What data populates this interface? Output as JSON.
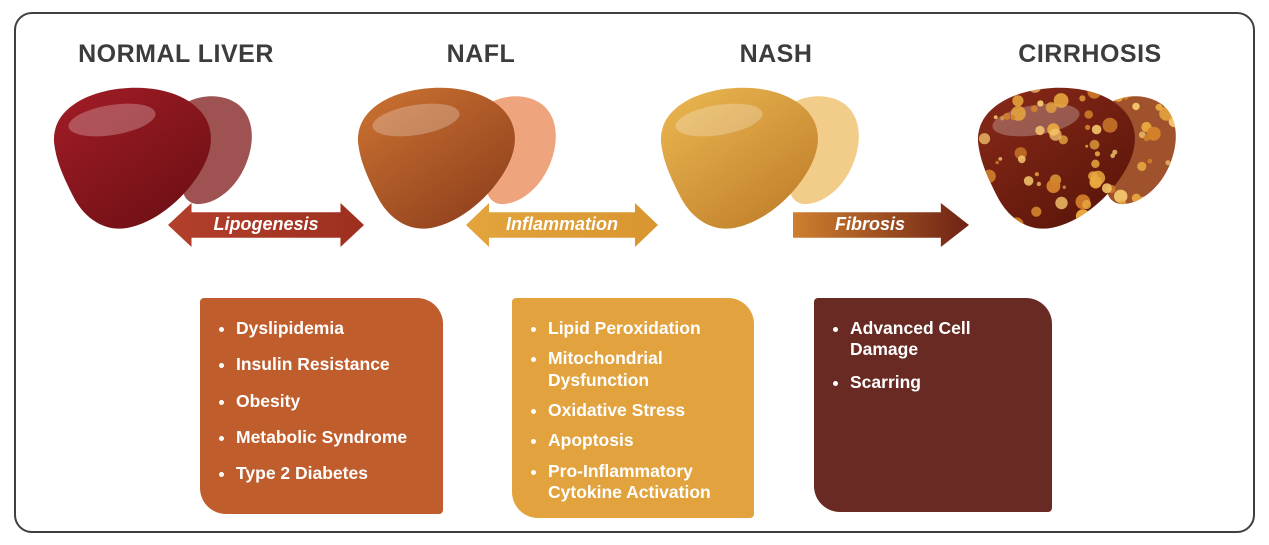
{
  "figure": {
    "stages": [
      {
        "title": "NORMAL LIVER",
        "liver": {
          "main_light": "#a31d26",
          "main_dark": "#6d0f15",
          "lobe": "#9e5252",
          "spots": false,
          "spot_colors": []
        }
      },
      {
        "title": "NAFL",
        "liver": {
          "main_light": "#cd7433",
          "main_dark": "#8f3f1c",
          "lobe": "#eea57d",
          "spots": false,
          "spot_colors": []
        }
      },
      {
        "title": "NASH",
        "liver": {
          "main_light": "#ecb952",
          "main_dark": "#c07e2a",
          "lobe": "#f2cd8a",
          "spots": false,
          "spot_colors": []
        }
      },
      {
        "title": "CIRRHOSIS",
        "liver": {
          "main_light": "#8a2a1a",
          "main_dark": "#591509",
          "lobe": "#a0522d",
          "spots": true,
          "spot_colors": [
            "#e9a83f",
            "#d4822a",
            "#f4c56d"
          ]
        }
      }
    ],
    "arrows": [
      {
        "label": "Lipogenesis",
        "double": true,
        "color_start": "#b2402b",
        "color_end": "#9e2f1f"
      },
      {
        "label": "Inflammation",
        "double": true,
        "color_start": "#e3a43d",
        "color_end": "#d99530"
      },
      {
        "label": "Fibrosis",
        "double": false,
        "color_start": "#cf7f2e",
        "color_end": "#6e2214"
      }
    ],
    "boxes": [
      {
        "color": "#c05d2c",
        "items": [
          "Dyslipidemia",
          "Insulin Resistance",
          "Obesity",
          "Metabolic Syndrome",
          "Type 2 Diabetes"
        ]
      },
      {
        "color": "#e2a33e",
        "items": [
          "Lipid Peroxidation",
          "Mitochondrial Dysfunction",
          "Oxidative Stress",
          "Apoptosis",
          "Pro-Inflammatory Cytokine Activation"
        ]
      },
      {
        "color": "#682a22",
        "items": [
          "Advanced Cell Damage",
          "Scarring"
        ]
      }
    ]
  }
}
